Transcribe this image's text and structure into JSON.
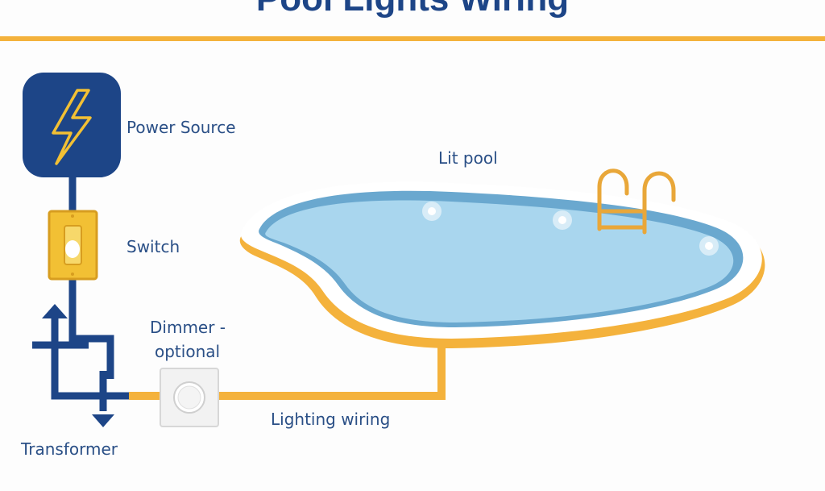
{
  "title": "Pool Lights Wiring",
  "labels": {
    "power_source": "Power Source",
    "switch": "Switch",
    "dimmer_line1": "Dimmer -",
    "dimmer_line2": "optional",
    "transformer": "Transformer",
    "lighting_wiring": "Lighting wiring",
    "lit_pool": "Lit pool"
  },
  "colors": {
    "navy": "#1d4587",
    "orange": "#f4b23c",
    "switch_yellow": "#f2c034",
    "pool_water": "#a9d6ee",
    "pool_rim": "#6aa8cf",
    "background": "#fdfdfd"
  },
  "icons": {
    "power": "lightning-bolt-icon",
    "switch": "light-switch-icon",
    "dimmer": "dimmer-knob-icon",
    "transformer": "transformer-arrows-icon",
    "ladder": "pool-ladder-icon"
  }
}
